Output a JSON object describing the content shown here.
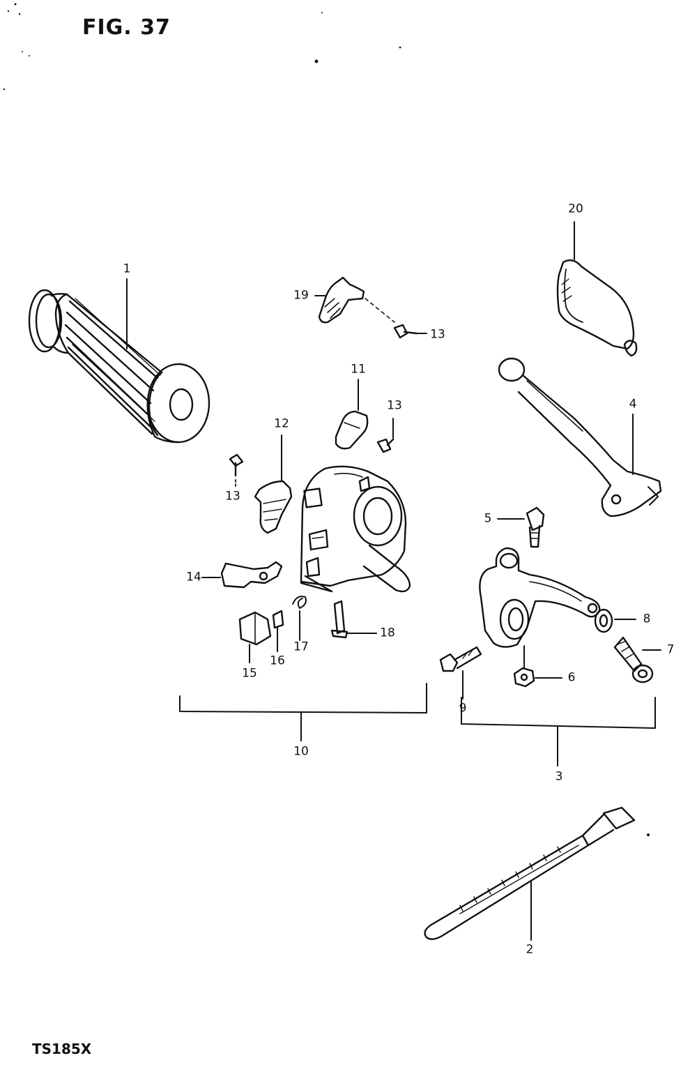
{
  "title": "FIG. 37",
  "model": "TS185X",
  "callouts": [
    {
      "id": "c1",
      "label": "1"
    },
    {
      "id": "c19",
      "label": "19"
    },
    {
      "id": "c13a",
      "label": "13"
    },
    {
      "id": "c20",
      "label": "20"
    },
    {
      "id": "c11",
      "label": "11"
    },
    {
      "id": "c13b",
      "label": "13"
    },
    {
      "id": "c12",
      "label": "12"
    },
    {
      "id": "c13c",
      "label": "13"
    },
    {
      "id": "c4",
      "label": "4"
    },
    {
      "id": "c5",
      "label": "5"
    },
    {
      "id": "c14",
      "label": "14"
    },
    {
      "id": "c8",
      "label": "8"
    },
    {
      "id": "c18",
      "label": "18"
    },
    {
      "id": "c7",
      "label": "7"
    },
    {
      "id": "c15",
      "label": "15"
    },
    {
      "id": "c16",
      "label": "16"
    },
    {
      "id": "c17",
      "label": "17"
    },
    {
      "id": "c9",
      "label": "9"
    },
    {
      "id": "c6",
      "label": "6"
    },
    {
      "id": "c10",
      "label": "10"
    },
    {
      "id": "c3",
      "label": "3"
    },
    {
      "id": "c2",
      "label": "2"
    }
  ]
}
